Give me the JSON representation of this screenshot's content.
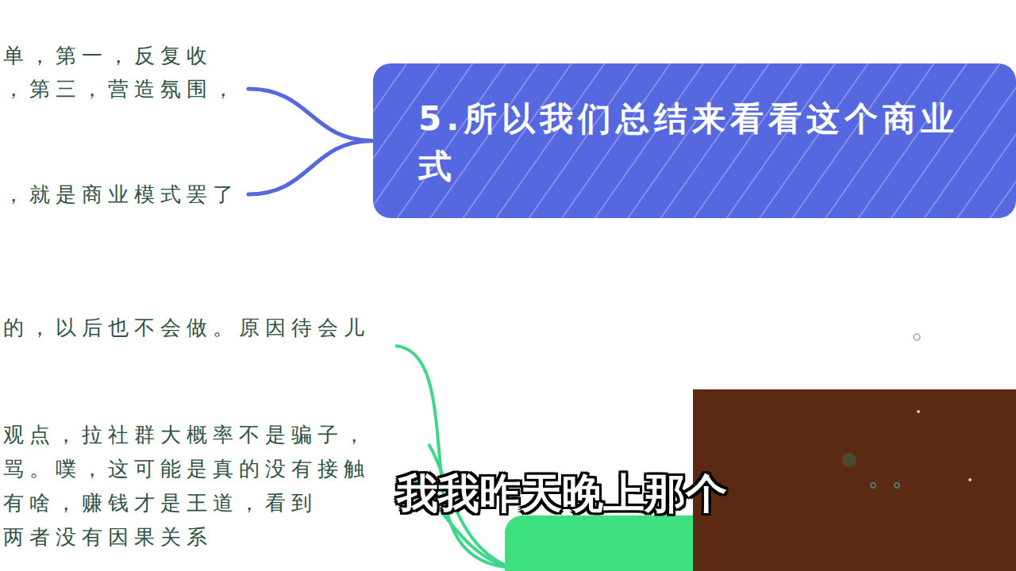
{
  "diagram": {
    "nodes": [
      {
        "text": [
          "5.所以我们总结来看看这个商业 式"
        ]
      },
      {
        "text": [
          "单，第一，反复收 ，第三，营造氛围，"
        ]
      },
      {
        "text": [
          "，就是商业模式罢了"
        ]
      }
    ],
    "edges": [
      {
        "from": 0,
        "to": 1,
        "arrow": "none"
      },
      {
        "from": 0,
        "to": 2,
        "arrow": "none"
      }
    ],
    "labels": [
      "的，以后也不会做。原因待会儿",
      "观点，拉社群大概率不是骗子， 骂。噗，这可能是真的没有接触 有啥，赚钱才是王道，看到 两者没有因果关系",
      "我我昨天晚上那个"
    ]
  }
}
